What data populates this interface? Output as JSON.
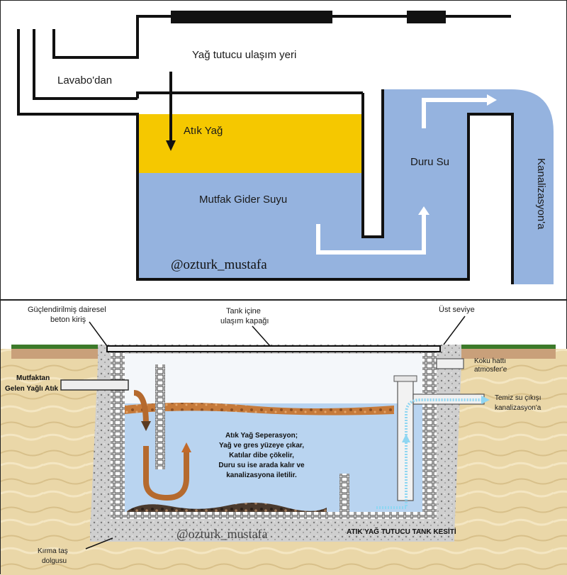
{
  "top": {
    "access_label": "Yağ tutucu ulaşım yeri",
    "sink_label": "Lavabo'dan",
    "oil_label": "Atık Yağ",
    "kitchen_water_label": "Mutfak Gider Suyu",
    "clear_water_label": "Duru Su",
    "sewer_label": "Kanalizasyon'a",
    "watermark": "@ozturk_mustafa",
    "colors": {
      "oil": "#f5c800",
      "water": "#95b3df",
      "pipe": "#111111",
      "arrow_black": "#111111",
      "arrow_white": "#ffffff"
    }
  },
  "bottom": {
    "beam_label_1": "Güçlendirilmiş dairesel",
    "beam_label_2": "beton kiriş",
    "cover_label_1": "Tank içine",
    "cover_label_2": "ulaşım kapağı",
    "top_level_label": "Üst seviye",
    "odor_label_1": "Koku hattı",
    "odor_label_2": "atmosfer'e",
    "inlet_label_1": "Mutfaktan",
    "inlet_label_2": "Gelen Yağlı Atık",
    "outlet_label_1": "Temiz su çıkışı",
    "outlet_label_2": "kanalizasyon'a",
    "desc_1": "Atık Yağ Seperasyon;",
    "desc_2": "Yağ ve gres yüzeye çıkar,",
    "desc_3": "Katılar dibe çökelir,",
    "desc_4": "Duru su ise arada kalır ve",
    "desc_5": "kanalizasyona iletilir.",
    "fill_label_1": "Kırma taş",
    "fill_label_2": "dolgusu",
    "section_title": "ATIK YAĞ TUTUCU TANK KESİTİ",
    "watermark": "@ozturk_mustafa",
    "colors": {
      "soil": "#e8d5a3",
      "gravel": "#c9c9c9",
      "tank_water": "#b9d4f0",
      "grease": "#c67a3a",
      "sludge": "#4a3a2e",
      "outlet_arrow": "#9fdcf5"
    }
  }
}
